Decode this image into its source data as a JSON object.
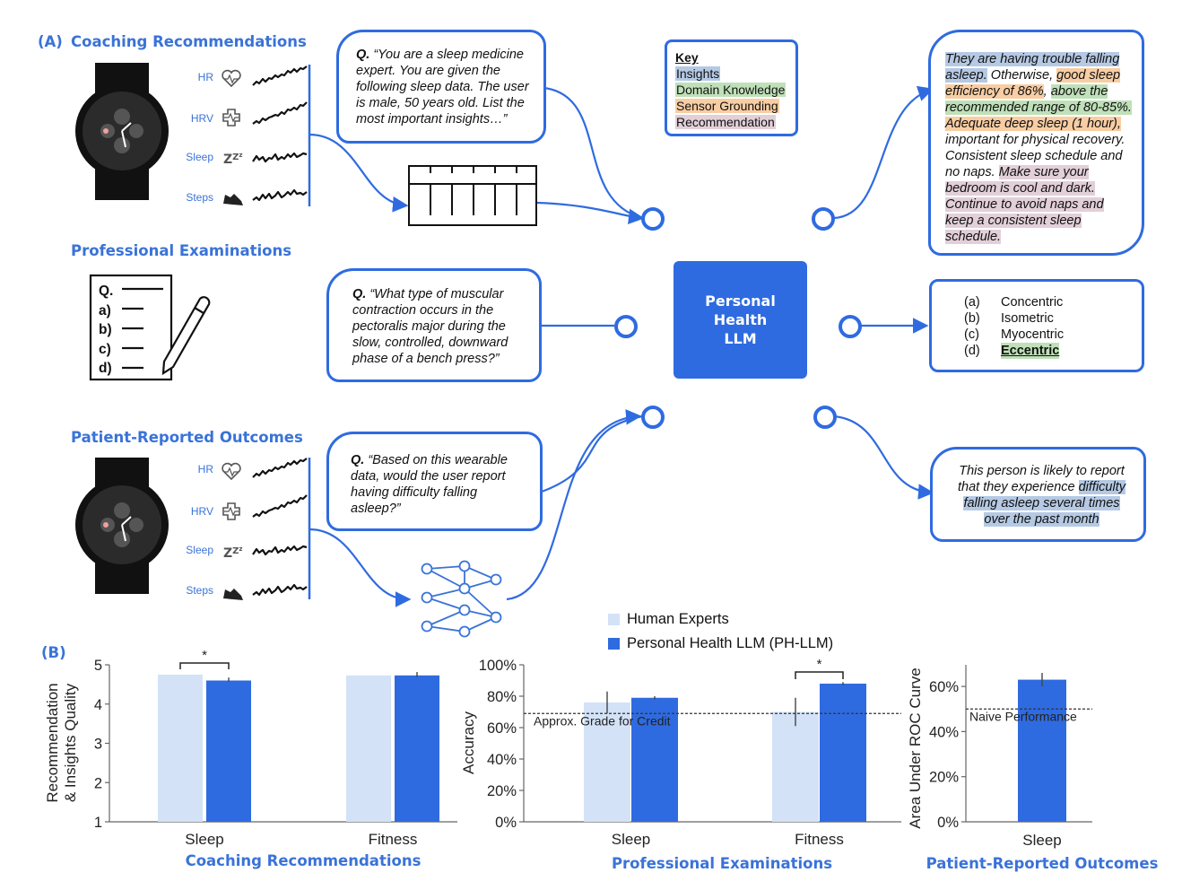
{
  "panel_a_label": "(A)",
  "panel_b_label": "(B)",
  "sections": {
    "coaching": "Coaching Recommendations",
    "exams": "Professional Examinations",
    "pro": "Patient-Reported Outcomes"
  },
  "signals": [
    "HR",
    "HRV",
    "Sleep",
    "Steps"
  ],
  "questions": {
    "coaching_prefix": "Q.",
    "coaching": "“You are a sleep medicine expert. You are given the following sleep data. The user is male, 50 years old.  List the most important insights…”",
    "exams_prefix": "Q.",
    "exams": "“What type of muscular contraction occurs in the pectoralis major during the slow, controlled, downward phase of a bench press?”",
    "pro_prefix": "Q.",
    "pro": "“Based on this wearable data, would the user report having difficulty falling asleep?”"
  },
  "exam_sheet": {
    "q": "Q.",
    "options": [
      "a)",
      "b)",
      "c)",
      "d)"
    ]
  },
  "key": {
    "title": "Key",
    "items": [
      "Insights",
      "Domain Knowledge",
      "Sensor Grounding",
      "Recommendation"
    ],
    "colors": {
      "insights": "#b5c9e4",
      "domain": "#bfe0b8",
      "sensor": "#f8cda3",
      "recommendation": "#e2cfd8"
    }
  },
  "center_label": "Personal Health LLM",
  "coaching_response": {
    "s1": "They are having trouble falling asleep.",
    "s2": " Otherwise, ",
    "s3": "good sleep efficiency of 86%",
    "s4": ", ",
    "s5": "above the recommended range of 80-85%.",
    "s6": " ",
    "s7": "Adequate deep sleep (1 hour),",
    "s8": " important for physical recovery. Consistent sleep schedule and no naps. ",
    "s9": "Make sure your bedroom is cool and dark. Continue to avoid naps and keep a consistent sleep schedule."
  },
  "exam_answers": [
    {
      "opt": "(a)",
      "text": "Concentric"
    },
    {
      "opt": "(b)",
      "text": "Isometric"
    },
    {
      "opt": "(c)",
      "text": "Myocentric"
    },
    {
      "opt": "(d)",
      "text": "Eccentric"
    }
  ],
  "pro_response": {
    "s1": "This person is likely to report that they experience ",
    "s2": "difficulty falling asleep several times over the past month"
  },
  "legend": [
    "Human Experts",
    "Personal Health LLM (PH-LLM)"
  ],
  "colors": {
    "accent": "#2f6be0",
    "human": "#d3e2f7",
    "phllm": "#2f6be0",
    "section_title": "#3a73d8"
  },
  "chart_data": [
    {
      "type": "bar",
      "title": "Coaching Recommendations",
      "categories": [
        "Sleep",
        "Fitness"
      ],
      "series": [
        {
          "name": "Human Experts",
          "values": [
            4.75,
            4.73
          ]
        },
        {
          "name": "Personal Health LLM (PH-LLM)",
          "values": [
            4.6,
            4.73
          ]
        }
      ],
      "ylabel": "Recommendation & Insights Quality",
      "ylabel_lines": [
        "Recommendation",
        "& Insights Quality"
      ],
      "ylim": [
        1,
        5
      ],
      "yticks": [
        "1",
        "2",
        "3",
        "4",
        "5"
      ],
      "significance": [
        {
          "category": "Sleep",
          "label": "*"
        }
      ]
    },
    {
      "type": "bar",
      "title": "Professional Examinations",
      "categories": [
        "Sleep",
        "Fitness"
      ],
      "series": [
        {
          "name": "Human Experts",
          "values": [
            76,
            70
          ]
        },
        {
          "name": "Personal Health LLM (PH-LLM)",
          "values": [
            79,
            88
          ]
        }
      ],
      "ylabel": "Accuracy",
      "ylim": [
        0,
        100
      ],
      "yticks": [
        "0%",
        "20%",
        "40%",
        "60%",
        "80%",
        "100%"
      ],
      "reference_line": {
        "value": 69,
        "label": "Approx. Grade for Credit"
      },
      "significance": [
        {
          "category": "Fitness",
          "label": "*"
        }
      ]
    },
    {
      "type": "bar",
      "title": "Patient-Reported Outcomes",
      "categories": [
        "Sleep"
      ],
      "series": [
        {
          "name": "Personal Health LLM (PH-LLM)",
          "values": [
            63
          ]
        }
      ],
      "ylabel": "Area Under ROC Curve",
      "ylim": [
        0,
        68
      ],
      "yticks": [
        "0%",
        "20%",
        "40%",
        "60%"
      ],
      "reference_line": {
        "value": 50,
        "label": "Naive Performance"
      }
    }
  ]
}
